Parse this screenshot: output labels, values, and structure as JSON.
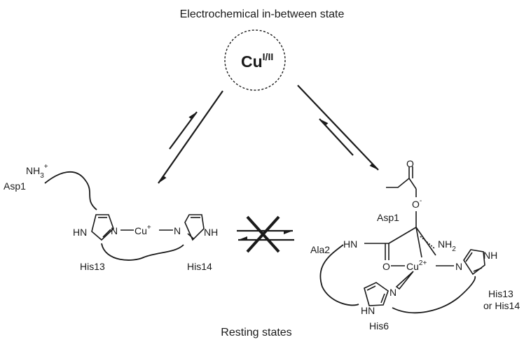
{
  "title": "Electrochemical in-between state",
  "footer": "Resting states",
  "copper_center": {
    "base": "Cu",
    "superscript": "I/II"
  },
  "left_complex": {
    "nh3": "NH",
    "nh3_sub": "3",
    "nh3_sup": "+",
    "asp": "Asp1",
    "ring1_hn": "HN",
    "ring1_n": "N",
    "cu": "Cu",
    "cu_sup": "+",
    "ring2_n": "N",
    "ring2_nh": "NH",
    "his_a": "His13",
    "his_b": "His14"
  },
  "right_complex": {
    "o_minus": "O",
    "o_minus_sup": "-",
    "asp": "Asp1",
    "ala": "Ala2",
    "hn": "HN",
    "nh2": "NH",
    "nh2_sub": "2",
    "o": "O",
    "cu": "Cu",
    "cu_sup": "2+",
    "ring_n": "N",
    "ring_nh": "NH",
    "his_side_1": "His13",
    "his_side_2": "or His14",
    "ring_bottom_hn": "HN",
    "ring_bottom_n": "N",
    "his6": "His6"
  }
}
